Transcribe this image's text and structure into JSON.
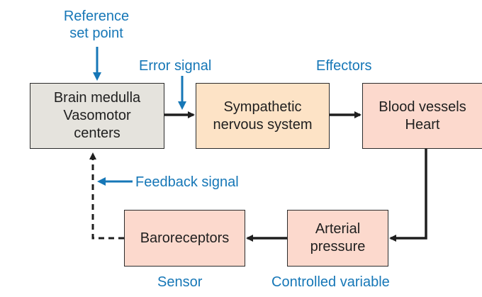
{
  "colors": {
    "label_blue": "#1677b7",
    "medulla_fill": "#e5e3dd",
    "sympathetic_fill": "#fde3c6",
    "effector_fill": "#fcd9cd",
    "sensor_fill": "#fcd9cd",
    "variable_fill": "#fcd9cd",
    "arrow_dark": "#1f1f1f"
  },
  "labels": {
    "reference_line1": "Reference",
    "reference_line2": "set point",
    "error_signal": "Error signal",
    "effectors": "Effectors",
    "feedback_signal": "Feedback signal",
    "sensor": "Sensor",
    "controlled_variable": "Controlled variable"
  },
  "boxes": {
    "brain_medulla": [
      "Brain medulla",
      "Vasomotor",
      "centers"
    ],
    "sympathetic": [
      "Sympathetic",
      "nervous system"
    ],
    "blood_vessels": [
      "Blood vessels",
      "Heart"
    ],
    "arterial_pressure": [
      "Arterial",
      "pressure"
    ],
    "baroreceptors": [
      "Baroreceptors"
    ]
  }
}
